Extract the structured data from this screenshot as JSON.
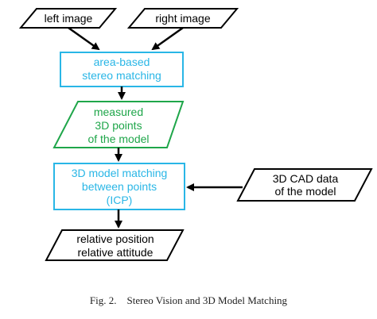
{
  "colors": {
    "input_stroke": "#000000",
    "process_stroke": "#29b6e6",
    "process_text": "#29b6e6",
    "data_stroke": "#1fa64a",
    "data_text": "#1fa64a",
    "arrow": "#000000",
    "text_dark": "#000000"
  },
  "diagram": {
    "left_image": {
      "label": "left image"
    },
    "right_image": {
      "label": "right image"
    },
    "stereo": {
      "line1": "area-based",
      "line2": "stereo matching"
    },
    "measured": {
      "line1": "measured",
      "line2": "3D points",
      "line3": "of the model"
    },
    "icp": {
      "line1": "3D model matching",
      "line2": "between points",
      "line3": "(ICP)"
    },
    "cad": {
      "line1": "3D CAD data",
      "line2": "of the model"
    },
    "output": {
      "line1": "relative position",
      "line2": "relative attitude"
    }
  },
  "caption": {
    "label": "Fig. 2.",
    "text": "Stereo Vision and 3D Model Matching"
  }
}
